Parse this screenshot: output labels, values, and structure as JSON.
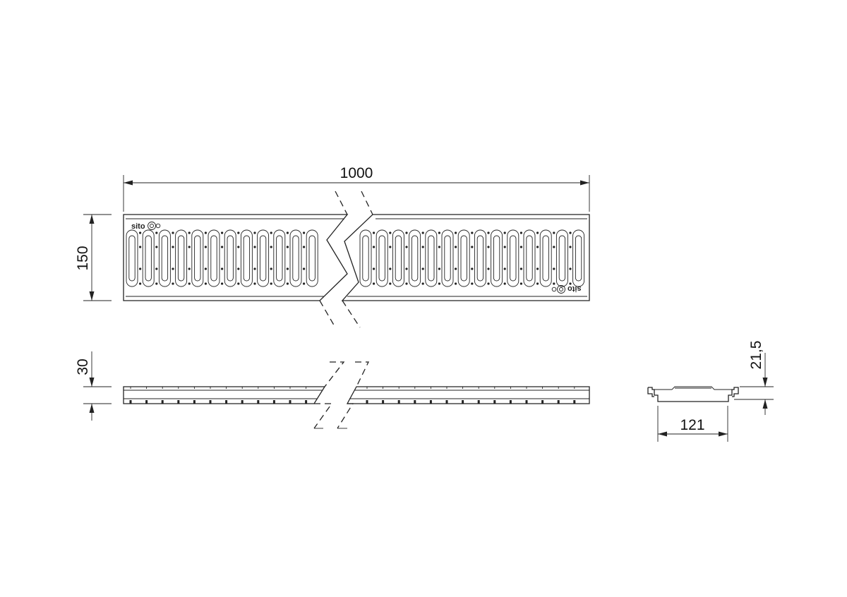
{
  "dimensions": {
    "length": "1000",
    "width": "150",
    "height": "30",
    "profile_width": "121",
    "profile_height": "21,5"
  },
  "logo_text": "sito",
  "colors": {
    "line": "#222222",
    "background": "#ffffff"
  }
}
